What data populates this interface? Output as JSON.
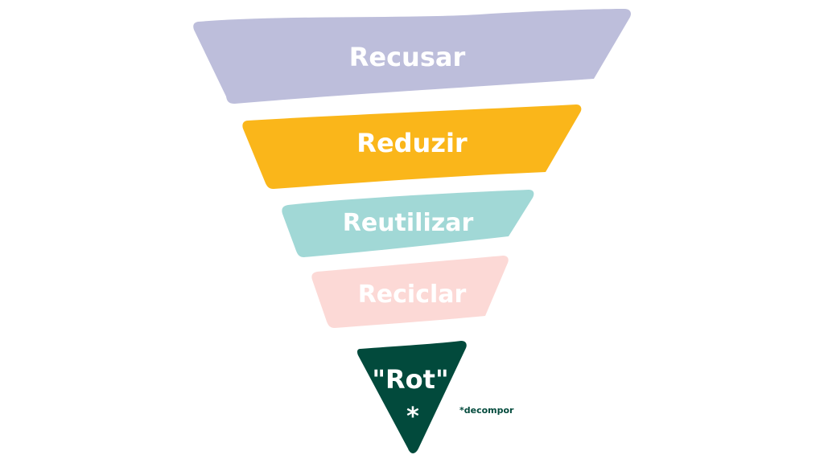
{
  "tiers": [
    {
      "label": "Recusar",
      "color": "#bdbedb"
    },
    {
      "label": "Reduzir",
      "color": "#fab61a"
    },
    {
      "label": "Reutilizar",
      "color": "#a1d8d6"
    },
    {
      "label": "Reciclar",
      "color": "#fcd9d6"
    }
  ],
  "rot": {
    "label": "\"Rot\"",
    "asterisk": "*",
    "color": "#024a3c"
  },
  "note": {
    "text": "*decompor"
  }
}
